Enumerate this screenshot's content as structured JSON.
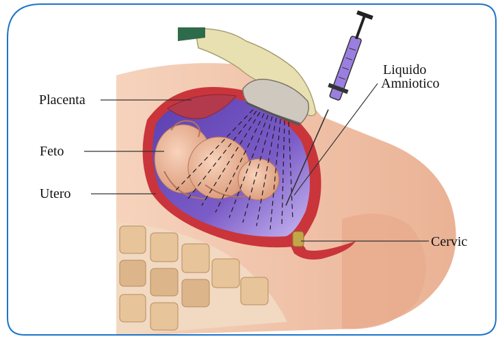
{
  "labels": {
    "placenta": "Placenta",
    "feto": "Feto",
    "utero": "Utero",
    "liquido_line1": "Liquido",
    "liquido_line2": "Amniotico",
    "cervic": "Cervic"
  },
  "colors": {
    "border": "#1a73c8",
    "skin": "#f3c4a6",
    "skin_dark": "#e2a98a",
    "uterus_wall": "#c9353b",
    "amniotic_fluid": "#7b5cc7",
    "fetus": "#f0b99b",
    "placenta": "#b23a4c",
    "glove": "#e8e0b0",
    "probe": "#cfc8bf",
    "syringe_fluid": "#9a7fe0",
    "spine": "#e8c8a0"
  },
  "icons": [
    "ultrasound-probe-icon",
    "syringe-icon",
    "gloved-hand-icon"
  ]
}
